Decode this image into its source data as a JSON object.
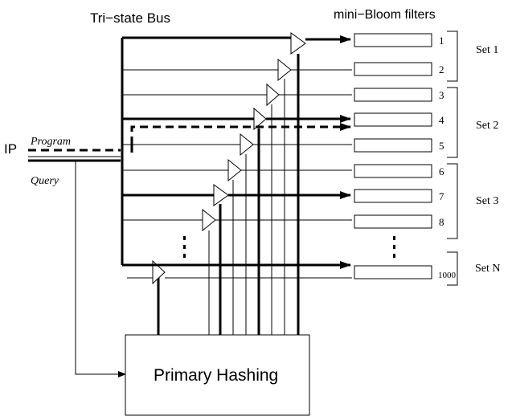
{
  "labels": {
    "bus_title": "Tri−state Bus",
    "filters_title": "mini−Bloom filters",
    "ip": "IP",
    "program": "Program",
    "query": "Query",
    "hashing": "Primary Hashing"
  },
  "filters": [
    {
      "num": "1"
    },
    {
      "num": "2"
    },
    {
      "num": "3"
    },
    {
      "num": "4"
    },
    {
      "num": "5"
    },
    {
      "num": "6"
    },
    {
      "num": "7"
    },
    {
      "num": "8"
    },
    {
      "num": "1000"
    }
  ],
  "sets": [
    "Set 1",
    "Set 2",
    "Set 3",
    "Set N"
  ],
  "ellipsis": ":"
}
